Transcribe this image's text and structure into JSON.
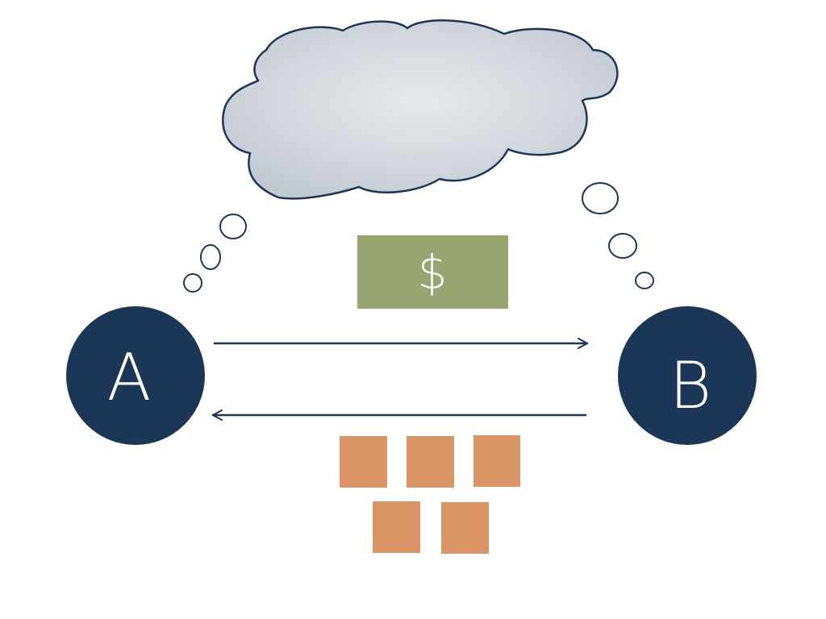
{
  "diagram": {
    "nodes": [
      {
        "id": "a",
        "label": "A",
        "color": "#1c3657"
      },
      {
        "id": "b",
        "label": "B",
        "color": "#1c3657"
      }
    ],
    "money": {
      "symbol": "$",
      "color": "#97a671"
    },
    "goods": {
      "count": 5,
      "color": "#db9466"
    },
    "cloud": {
      "fill": "#d9dde3",
      "stroke": "#1c3657"
    },
    "arrow_color": "#1c3657"
  }
}
